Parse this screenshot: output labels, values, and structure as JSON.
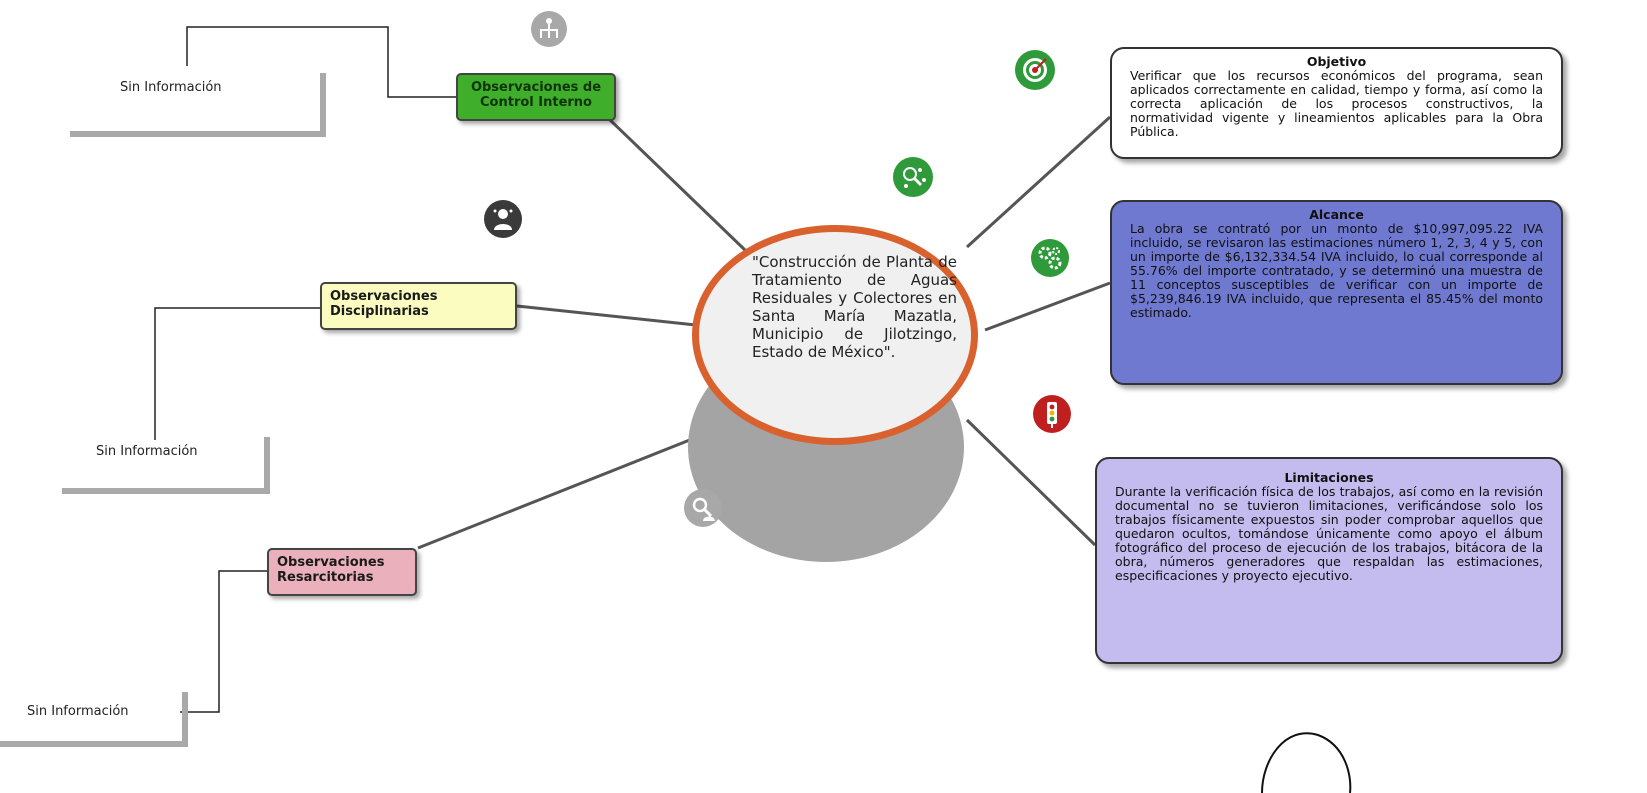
{
  "center": {
    "text": "\"Construcción de Planta de Tratamiento de Aguas Residuales y Colectores en Santa María Mazatla, Municipio de Jilotzingo, Estado de México\"."
  },
  "branches": {
    "control_interno": {
      "label": "Observaciones de Control Interno",
      "info": "Sin Información",
      "color": "#3fae2a"
    },
    "disciplinarias": {
      "label": "Observaciones Disciplinarias",
      "info": "Sin Información",
      "color": "#fbfcc0"
    },
    "resarcitorias": {
      "label": "Observaciones Resarcitorias",
      "info": "Sin Información",
      "color": "#eab0bb"
    }
  },
  "boxes": {
    "objetivo": {
      "title": "Objetivo",
      "body": "Verificar que los recursos económicos del programa, sean aplicados correctamente en calidad, tiempo y forma, así como la correcta aplicación de los procesos constructivos, la normatividad vigente y lineamientos aplicables para la Obra Pública."
    },
    "alcance": {
      "title": "Alcance",
      "body": "La obra se contrató por un monto de $10,997,095.22 IVA incluido, se revisaron las estimaciones número 1, 2, 3, 4 y 5, con un importe de $6,132,334.54 IVA incluido, lo cual corresponde al 55.76% del importe contratado, y se determinó una muestra de 11 conceptos susceptibles de verificar con un importe de $5,239,846.19 IVA incluido, que representa el 85.45% del monto estimado.",
      "color": "#6f79cf"
    },
    "limitaciones": {
      "title": "Limitaciones",
      "body": "Durante la verificación física de los trabajos, así como en la revisión documental no se tuvieron limitaciones, verificándose solo los trabajos físicamente expuestos sin poder comprobar aquellos que quedaron ocultos, tomándose únicamente como apoyo el álbum fotográfico del proceso de ejecución de los trabajos, bitácora de la obra, números generadores que respaldan las estimaciones, especificaciones y proyecto ejecutivo.",
      "color": "#c4bbee"
    }
  },
  "icons": {
    "target": "target-icon",
    "hierarchy": "hierarchy-icon",
    "gears": "gears-icon",
    "traffic_light": "traffic-light-icon",
    "org_chart": "org-chart-icon",
    "person": "person-icon",
    "magnifier": "magnifier-person-icon"
  },
  "colors": {
    "center_ring": "#d9612d",
    "accent_green": "#2e9a3a",
    "accent_red": "#c01f1f"
  }
}
